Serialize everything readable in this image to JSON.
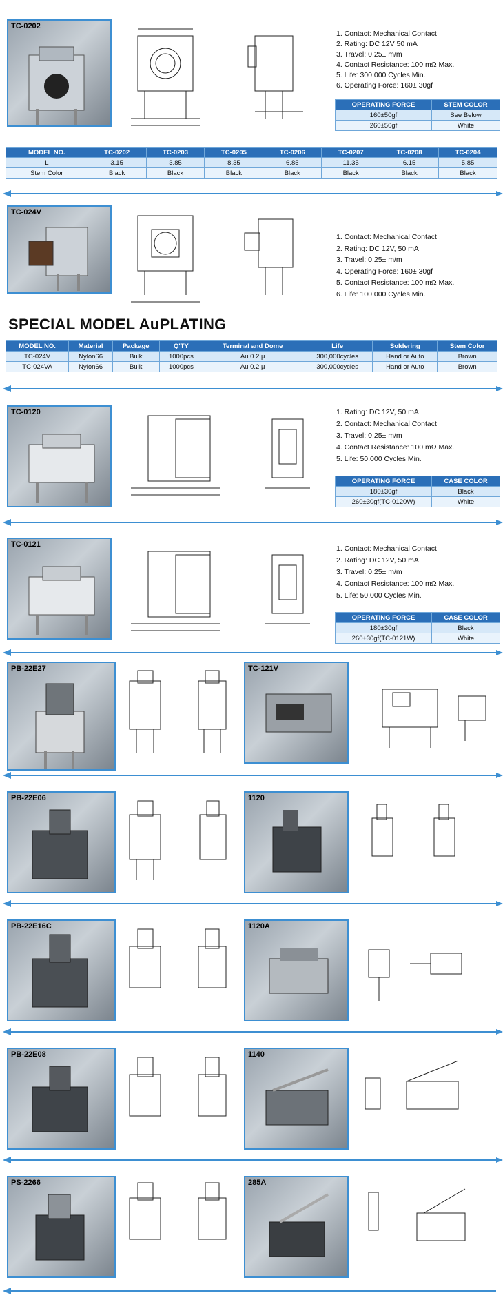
{
  "tc0202": {
    "label": "TC-0202",
    "specs": [
      "1. Contact: Mechanical Contact",
      "2. Rating: DC 12V 50 mA",
      "3. Travel: 0.25± m/m",
      "4. Contact Resistance: 100 mΩ Max.",
      "5. Life: 300,000 Cycles Min.",
      "6. Operating Force: 160± 30gf"
    ],
    "force_table": {
      "headers": [
        "OPERATING FORCE",
        "STEM COLOR"
      ],
      "rows": [
        [
          "160±50gf",
          "See Below"
        ],
        [
          "260±50gf",
          "White"
        ]
      ]
    },
    "model_table": {
      "headers": [
        "MODEL NO.",
        "TC-0202",
        "TC-0203",
        "TC-0205",
        "TC-0206",
        "TC-0207",
        "TC-0208",
        "TC-0204"
      ],
      "rows": [
        [
          "L",
          "3.15",
          "3.85",
          "8.35",
          "6.85",
          "11.35",
          "6.15",
          "5.85"
        ],
        [
          "Stem Color",
          "Black",
          "Black",
          "Black",
          "Black",
          "Black",
          "Black",
          "Black"
        ]
      ]
    }
  },
  "tc024v": {
    "label": "TC-024V",
    "specs": [
      "1. Contact: Mechanical Contact",
      "2. Rating: DC 12V, 50 mA",
      "3. Travel: 0.25± m/m",
      "4. Operating Force: 160± 30gf",
      "5. Contact Resistance: 100 mΩ Max.",
      "6. Life: 100.000 Cycles Min."
    ]
  },
  "special": {
    "title": "SPECIAL MODEL AuPLATING",
    "headers": [
      "MODEL NO.",
      "Material",
      "Package",
      "Q'TY",
      "Terminal and Dome",
      "Life",
      "Soldering",
      "Stem Color"
    ],
    "rows": [
      [
        "TC-024V",
        "Nylon66",
        "Bulk",
        "1000pcs",
        "Au 0.2 μ",
        "300,000cycles",
        "Hand or Auto",
        "Brown"
      ],
      [
        "TC-024VA",
        "Nylon66",
        "Bulk",
        "1000pcs",
        "Au 0.2 μ",
        "300,000cycles",
        "Hand or Auto",
        "Brown"
      ]
    ]
  },
  "tc0120": {
    "label": "TC-0120",
    "specs": [
      "1. Rating: DC 12V, 50 mA",
      "2. Contact: Mechanical Contact",
      "3. Travel: 0.25± m/m",
      "4. Contact Resistance: 100 mΩ Max.",
      "5. Life: 50.000 Cycles Min."
    ],
    "table": {
      "headers": [
        "OPERATING FORCE",
        "CASE COLOR"
      ],
      "rows": [
        [
          "180±30gf",
          "Black"
        ],
        [
          "260±30gf(TC-0120W)",
          "White"
        ]
      ]
    }
  },
  "tc0121": {
    "label": "TC-0121",
    "specs": [
      "1. Contact: Mechanical Contact",
      "2. Rating: DC 12V, 50 mA",
      "3. Travel: 0.25± m/m",
      "4. Contact Resistance: 100 mΩ Max.",
      "5. Life: 50.000 Cycles Min."
    ],
    "table": {
      "headers": [
        "OPERATING FORCE",
        "CASE COLOR"
      ],
      "rows": [
        [
          "180±30gf",
          "Black"
        ],
        [
          "260±30gf(TC-0121W)",
          "White"
        ]
      ]
    }
  },
  "grid": [
    {
      "left": "PB-22E27",
      "right": "TC-121V"
    },
    {
      "left": "PB-22E06",
      "right": "1120"
    },
    {
      "left": "PB-22E16C",
      "right": "1120A"
    },
    {
      "left": "PB-22E08",
      "right": "1140"
    },
    {
      "left": "PS-2266",
      "right": "285A"
    }
  ],
  "colors": {
    "accent": "#3d8fd2",
    "table_header": "#2b6fb8",
    "table_row": "#d6e8f8"
  }
}
